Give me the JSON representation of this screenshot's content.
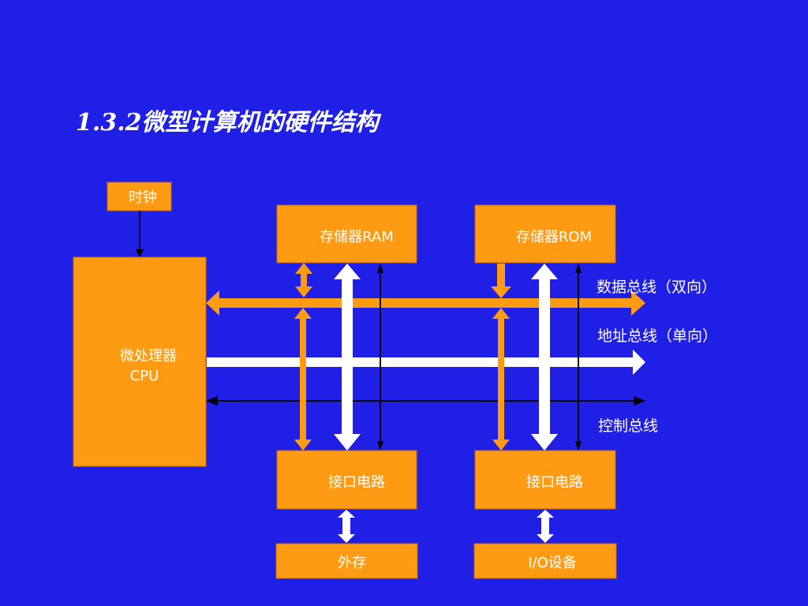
{
  "title": "1.3.2微型计算机的硬件结构",
  "boxes": {
    "clock": "时钟",
    "cpu_line1": "微处理器",
    "cpu_line2": "CPU",
    "ram": "存储器RAM",
    "rom": "存储器ROM",
    "interface_left": "接口电路",
    "interface_right": "接口电路",
    "external_storage": "外存",
    "io_device": "I/O设备"
  },
  "buses": {
    "data": "数据总线（双向）",
    "address": "地址总线（单向）",
    "control": "控制总线"
  },
  "colors": {
    "background": "#1f1fe6",
    "box": "#ff9b13",
    "bus_data": "#ff9b13",
    "bus_address": "#ffffff",
    "bus_control": "#000000",
    "text": "#ffffff"
  }
}
